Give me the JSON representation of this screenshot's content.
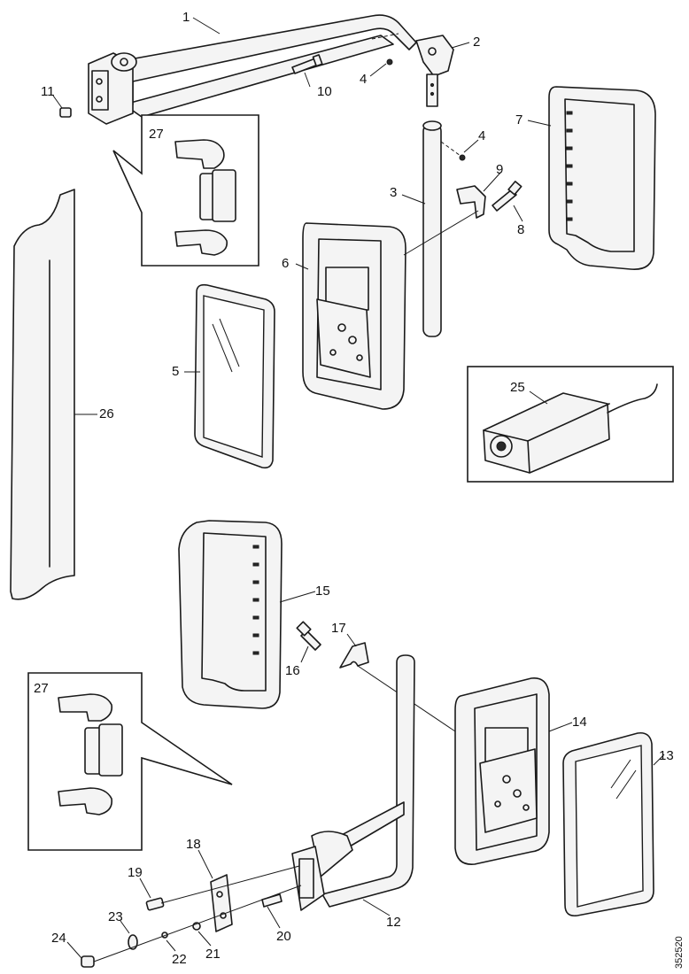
{
  "callouts": {
    "c1": "1",
    "c2": "2",
    "c3": "3",
    "c4a": "4",
    "c4b": "4",
    "c5": "5",
    "c6": "6",
    "c7": "7",
    "c8": "8",
    "c9": "9",
    "c10": "10",
    "c11": "11",
    "c12": "12",
    "c13": "13",
    "c14": "14",
    "c15": "15",
    "c16": "16",
    "c17": "17",
    "c18": "18",
    "c19": "19",
    "c20": "20",
    "c21": "21",
    "c22": "22",
    "c23": "23",
    "c24": "24",
    "c25": "25",
    "c26": "26",
    "c27a": "27",
    "c27b": "27"
  },
  "document_number": "352520"
}
